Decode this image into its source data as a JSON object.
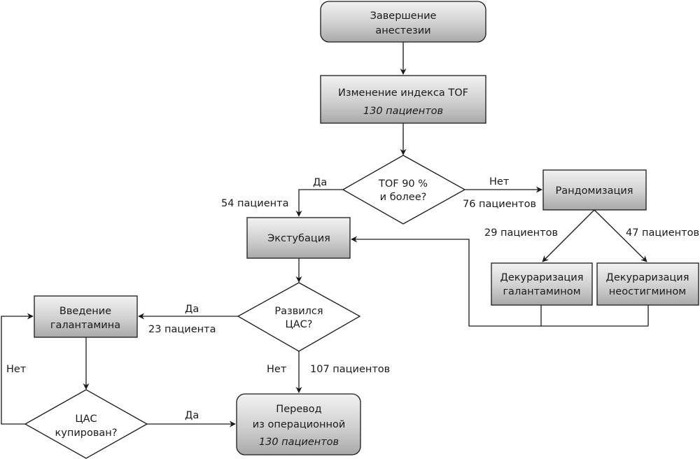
{
  "diagram": {
    "title": "Алгоритм ведения пациентов после завершения анестезии",
    "colors": {
      "box_fill_light": "#f2f2f2",
      "box_fill_dark": "#a9a9a9",
      "stroke": "#1a1a1a",
      "background": "#ffffff"
    },
    "nodes": {
      "end_anesthesia": {
        "line1": "Завершение",
        "line2": "анестезии"
      },
      "tof_change": {
        "line1": "Изменение  индекса  TOF",
        "line2": "130  пациентов"
      },
      "tof_decision": {
        "line1": "TOF  90 %",
        "line2": "и  более?"
      },
      "randomization": {
        "line1": "Рандомизация"
      },
      "extubation": {
        "line1": "Экстубация"
      },
      "decur_galantamine": {
        "line1": "Декураризация",
        "line2": "галантамином"
      },
      "decur_neostigmine": {
        "line1": "Декураризация",
        "line2": "неостигмином"
      },
      "cas_decision": {
        "line1": "Развился",
        "line2": "ЦАС?"
      },
      "galantamine_admin": {
        "line1": "Введение",
        "line2": "галантамина"
      },
      "cas_resolved_decision": {
        "line1": "ЦАС",
        "line2": "купирован?"
      },
      "transfer": {
        "line1": "Перевод",
        "line2": "из  операционной",
        "line3": "130  пациентов"
      }
    },
    "edge_labels": {
      "tof_yes": "Да",
      "tof_yes_count": "54  пациента",
      "tof_no": "Нет",
      "tof_no_count": "76  пациентов",
      "rand_left_count": "29  пациентов",
      "rand_right_count": "47  пациентов",
      "cas_yes": "Да",
      "cas_yes_count": "23  пациента",
      "cas_no": "Нет",
      "cas_no_count": "107  пациентов",
      "resolved_no": "Нет",
      "resolved_yes": "Да"
    }
  }
}
